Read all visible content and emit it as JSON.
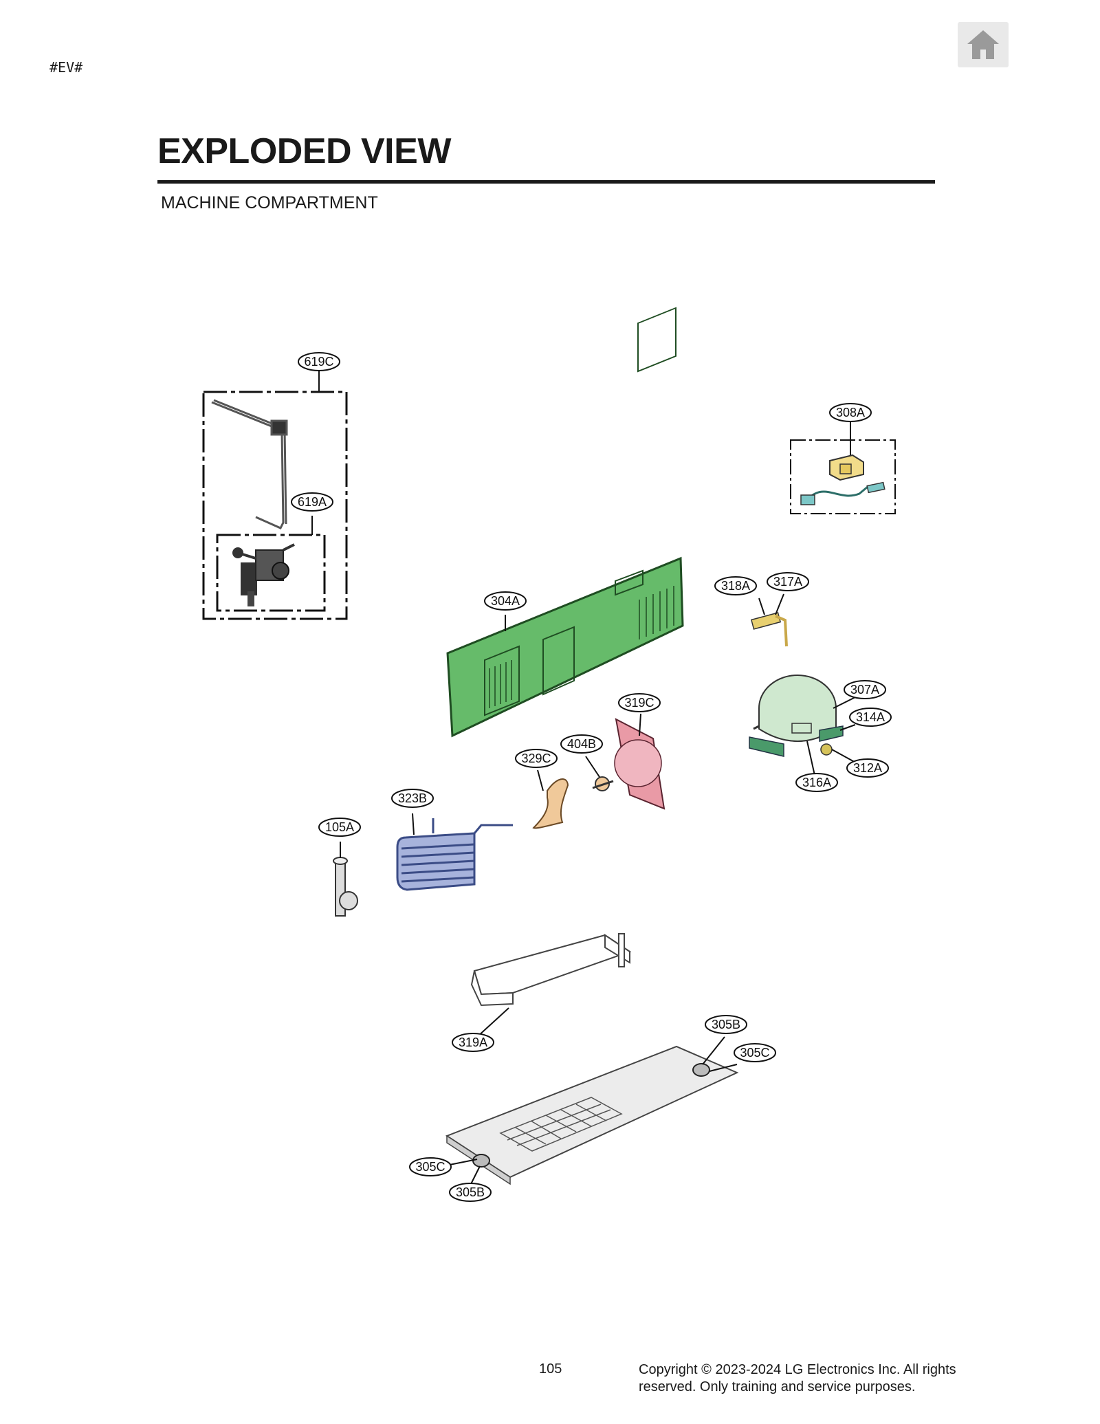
{
  "header": {
    "tag": "#EV#",
    "home_icon": "home-icon"
  },
  "title": "EXPLODED VIEW",
  "subtitle": "MACHINE COMPARTMENT",
  "callouts": {
    "c619C": "619C",
    "c619A": "619A",
    "c308A": "308A",
    "c304A": "304A",
    "c318A": "318A",
    "c317A": "317A",
    "c319C": "319C",
    "c307A": "307A",
    "c314A": "314A",
    "c404B": "404B",
    "c329C": "329C",
    "c312A": "312A",
    "c316A": "316A",
    "c323B": "323B",
    "c105A": "105A",
    "c319A": "319A",
    "c305B_top": "305B",
    "c305C_top": "305C",
    "c305C_bottom": "305C",
    "c305B_bottom": "305B"
  },
  "colors": {
    "pcb_green": "#66bb6a",
    "shroud_pink": "#e99aa6",
    "compressor_mint": "#cfe8cf",
    "fan_tan": "#f0c99a",
    "condenser_blue": "#7d8fc4",
    "relay_yellow": "#f2dc8a",
    "base_gray": "#d8d8d8"
  },
  "footer": {
    "page_number": "105",
    "copyright_line1": "Copyright © 2023-2024 LG Electronics Inc. All rights",
    "copyright_line2": "reserved. Only training and service purposes."
  }
}
